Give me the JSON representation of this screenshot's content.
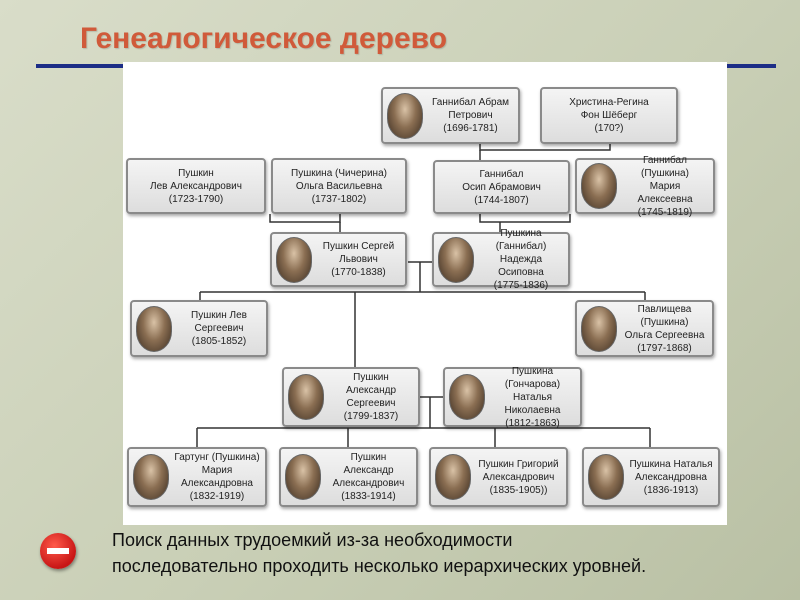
{
  "title": "Генеалогическое дерево",
  "caption": "Поиск данных трудоемкий из-за необходимости\nпоследовательно проходить несколько иерархических уровней.",
  "nodes": {
    "gannibal_abram": "Ганнибал Абрам\nПетрович\n(1696-1781)",
    "hristina": "Христина-Регина\nФон Шёберг\n(170?)",
    "pushkin_lev_a": "Пушкин\nЛев Александрович\n(1723-1790)",
    "pushkina_chicherina": "Пушкина (Чичерина)\nОльга Васильевна\n(1737-1802)",
    "gannibal_osip": "Ганнибал\nОсип Абрамович\n(1744-1807)",
    "gannibal_maria": "Ганнибал (Пушкина)\nМария\nАлексеевна\n(1745-1819)",
    "pushkin_sergey": "Пушкин Сергей\nЛьвович\n(1770-1838)",
    "pushkina_nadezhda": "Пушкина (Ганнибал)\nНадежда\nОсиповна\n(1775-1836)",
    "pushkin_lev_s": "Пушкин Лев\nСергеевич\n(1805-1852)",
    "pavlischeva": "Павлищева (Пушкина)\nОльга Сергеевна\n(1797-1868)",
    "pushkin_alexandr": "Пушкин Александр\nСергеевич\n(1799-1837)",
    "pushkina_goncharova": "Пушкина (Гончарова)\nНаталья\nНиколаевна\n(1812-1863)",
    "gartung": "Гартунг (Пушкина)\nМария\nАлександровна\n(1832-1919)",
    "pushkin_alexandr_a": "Пушкин\nАлександр\nАлександрович\n(1833-1914)",
    "pushkin_grigoriy": "Пушкин Григорий\nАлександрович\n(1835-1905))",
    "pushkina_natalia": "Пушкина Наталья\nАлександровна\n(1836-1913)"
  },
  "colors": {
    "title": "#d05a3a",
    "rule": "#1c2d86",
    "stop": "#c81616"
  }
}
